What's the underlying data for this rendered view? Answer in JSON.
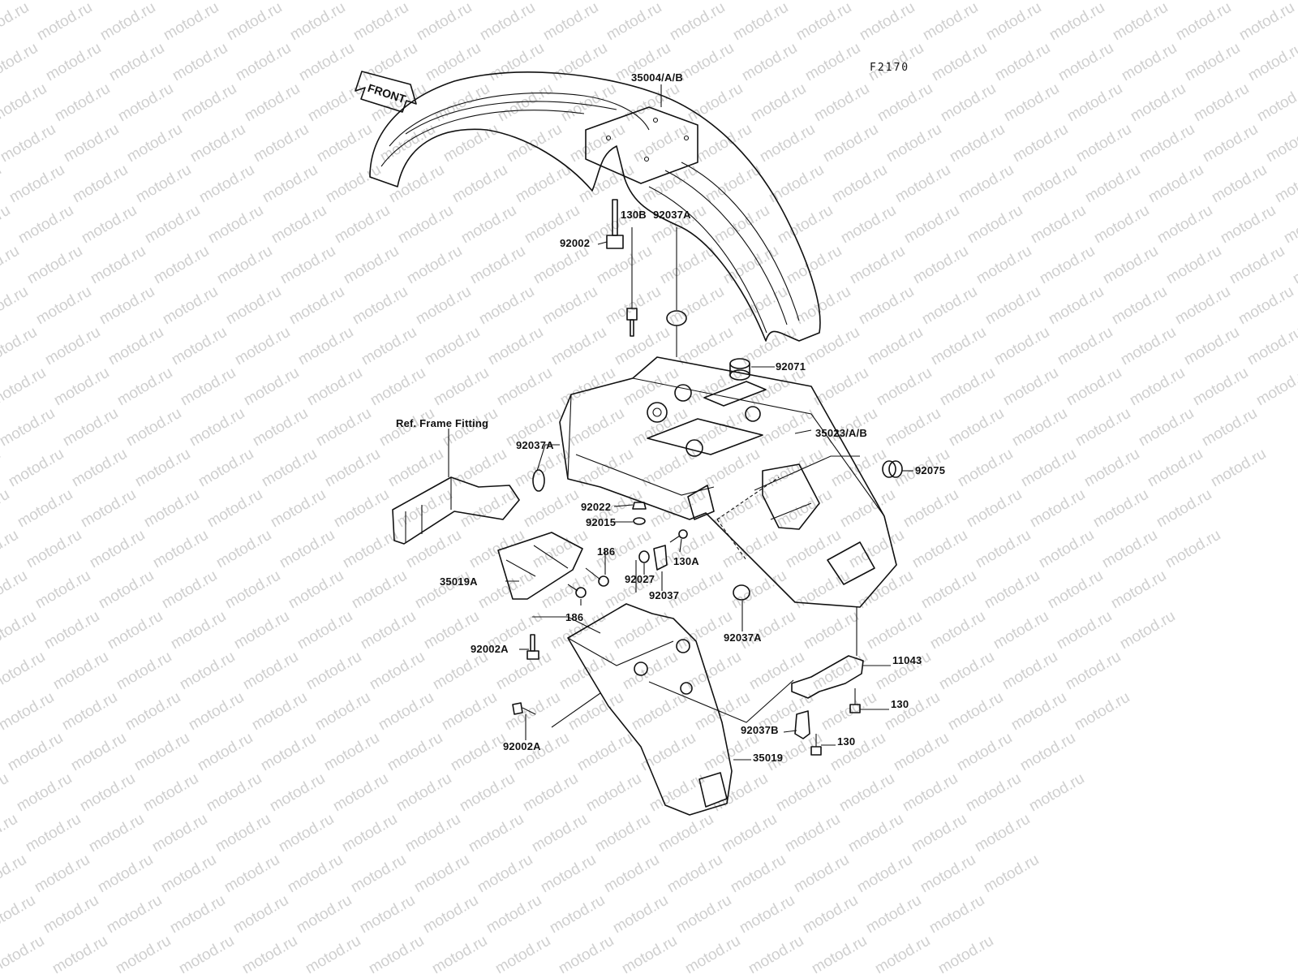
{
  "figure_code": "F2170",
  "front_arrow": "FRONT",
  "watermark_text": "motod.ru",
  "labels": {
    "p35004": "35004/A/B",
    "p92002": "92002",
    "p130B": "130B",
    "p92037A_top": "92037A",
    "p92071": "92071",
    "p35023": "35023/A/B",
    "p92075": "92075",
    "ref_frame": "Ref. Frame Fitting",
    "p92037A_left": "92037A",
    "p92022": "92022",
    "p92015": "92015",
    "p186_a": "186",
    "p186_b": "186",
    "p35019A": "35019A",
    "p92027": "92027",
    "p130A": "130A",
    "p92037": "92037",
    "p92037A_bottom": "92037A",
    "p92002A_a": "92002A",
    "p92002A_b": "92002A",
    "p11043": "11043",
    "p130_a": "130",
    "p130_b": "130",
    "p92037B": "92037B",
    "p35019": "35019"
  }
}
